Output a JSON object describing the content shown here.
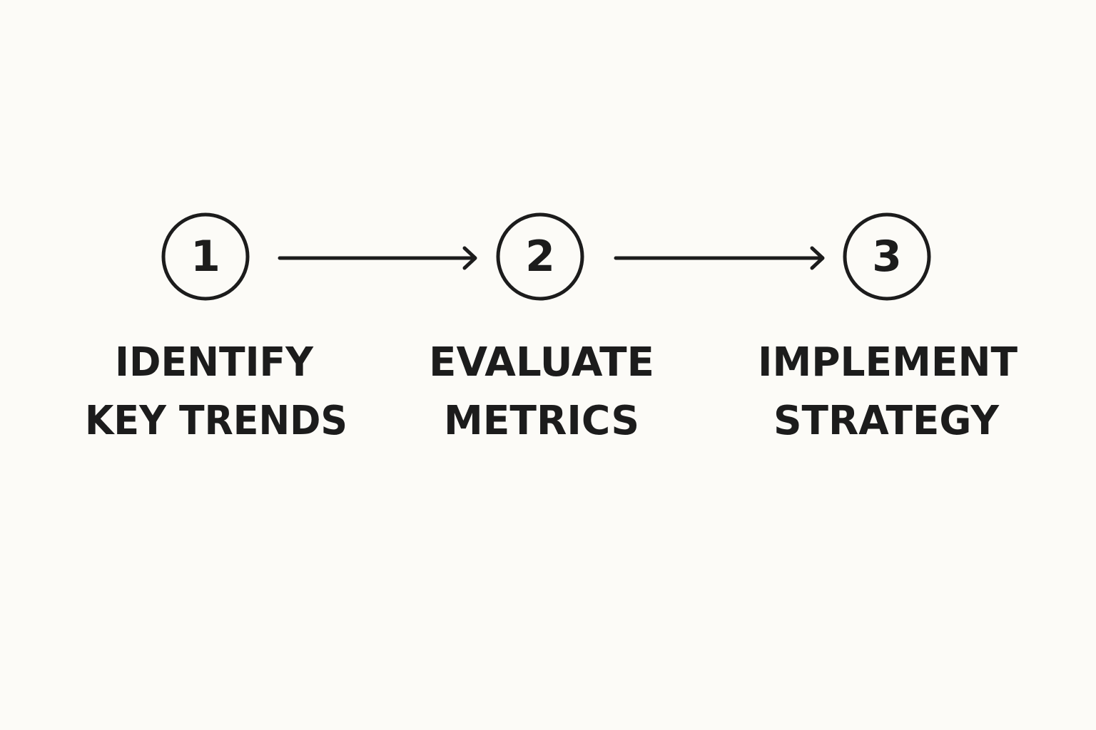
{
  "colors": {
    "background": "#fcfbf7",
    "ink": "#1c1c1c"
  },
  "steps": [
    {
      "number": "1",
      "line1": "IDENTIFY",
      "line2": "KEY TRENDS"
    },
    {
      "number": "2",
      "line1": "EVALUATE",
      "line2": "METRICS"
    },
    {
      "number": "3",
      "line1": "IMPLEMENT",
      "line2": "STRATEGY"
    }
  ],
  "connectors": [
    {
      "from": "1",
      "to": "2",
      "icon": "arrow-right-icon"
    },
    {
      "from": "2",
      "to": "3",
      "icon": "arrow-right-icon"
    }
  ]
}
